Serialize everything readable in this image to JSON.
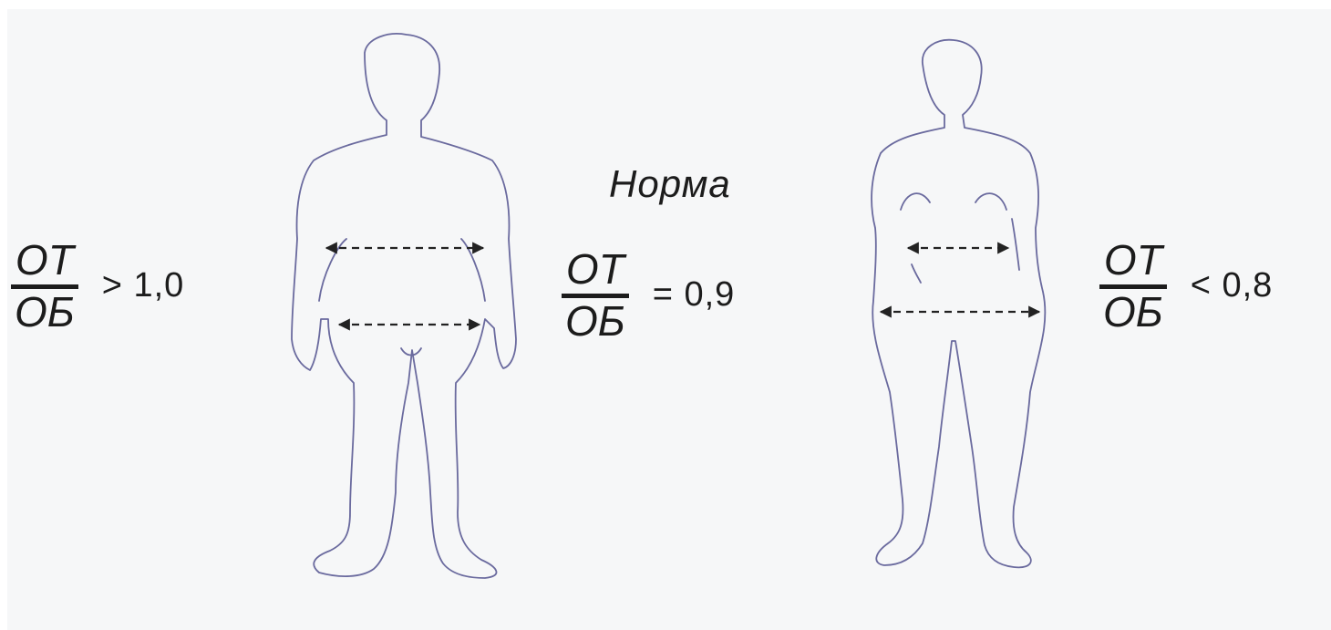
{
  "banner_text": "",
  "norma_label": "Норма",
  "ratios": [
    {
      "numerator": "ОТ",
      "denominator": "ОБ",
      "relation": "> 1,0"
    },
    {
      "numerator": "ОТ",
      "denominator": "ОБ",
      "relation": "= 0,9"
    },
    {
      "numerator": "ОТ",
      "denominator": "ОБ",
      "relation": "< 0,8"
    }
  ],
  "colors": {
    "banner": "#1a7a12",
    "outline": "#6a6a9e",
    "text": "#1c1c1c"
  },
  "icons": [
    "male-body-outline",
    "female-body-outline",
    "double-arrow-icon"
  ]
}
